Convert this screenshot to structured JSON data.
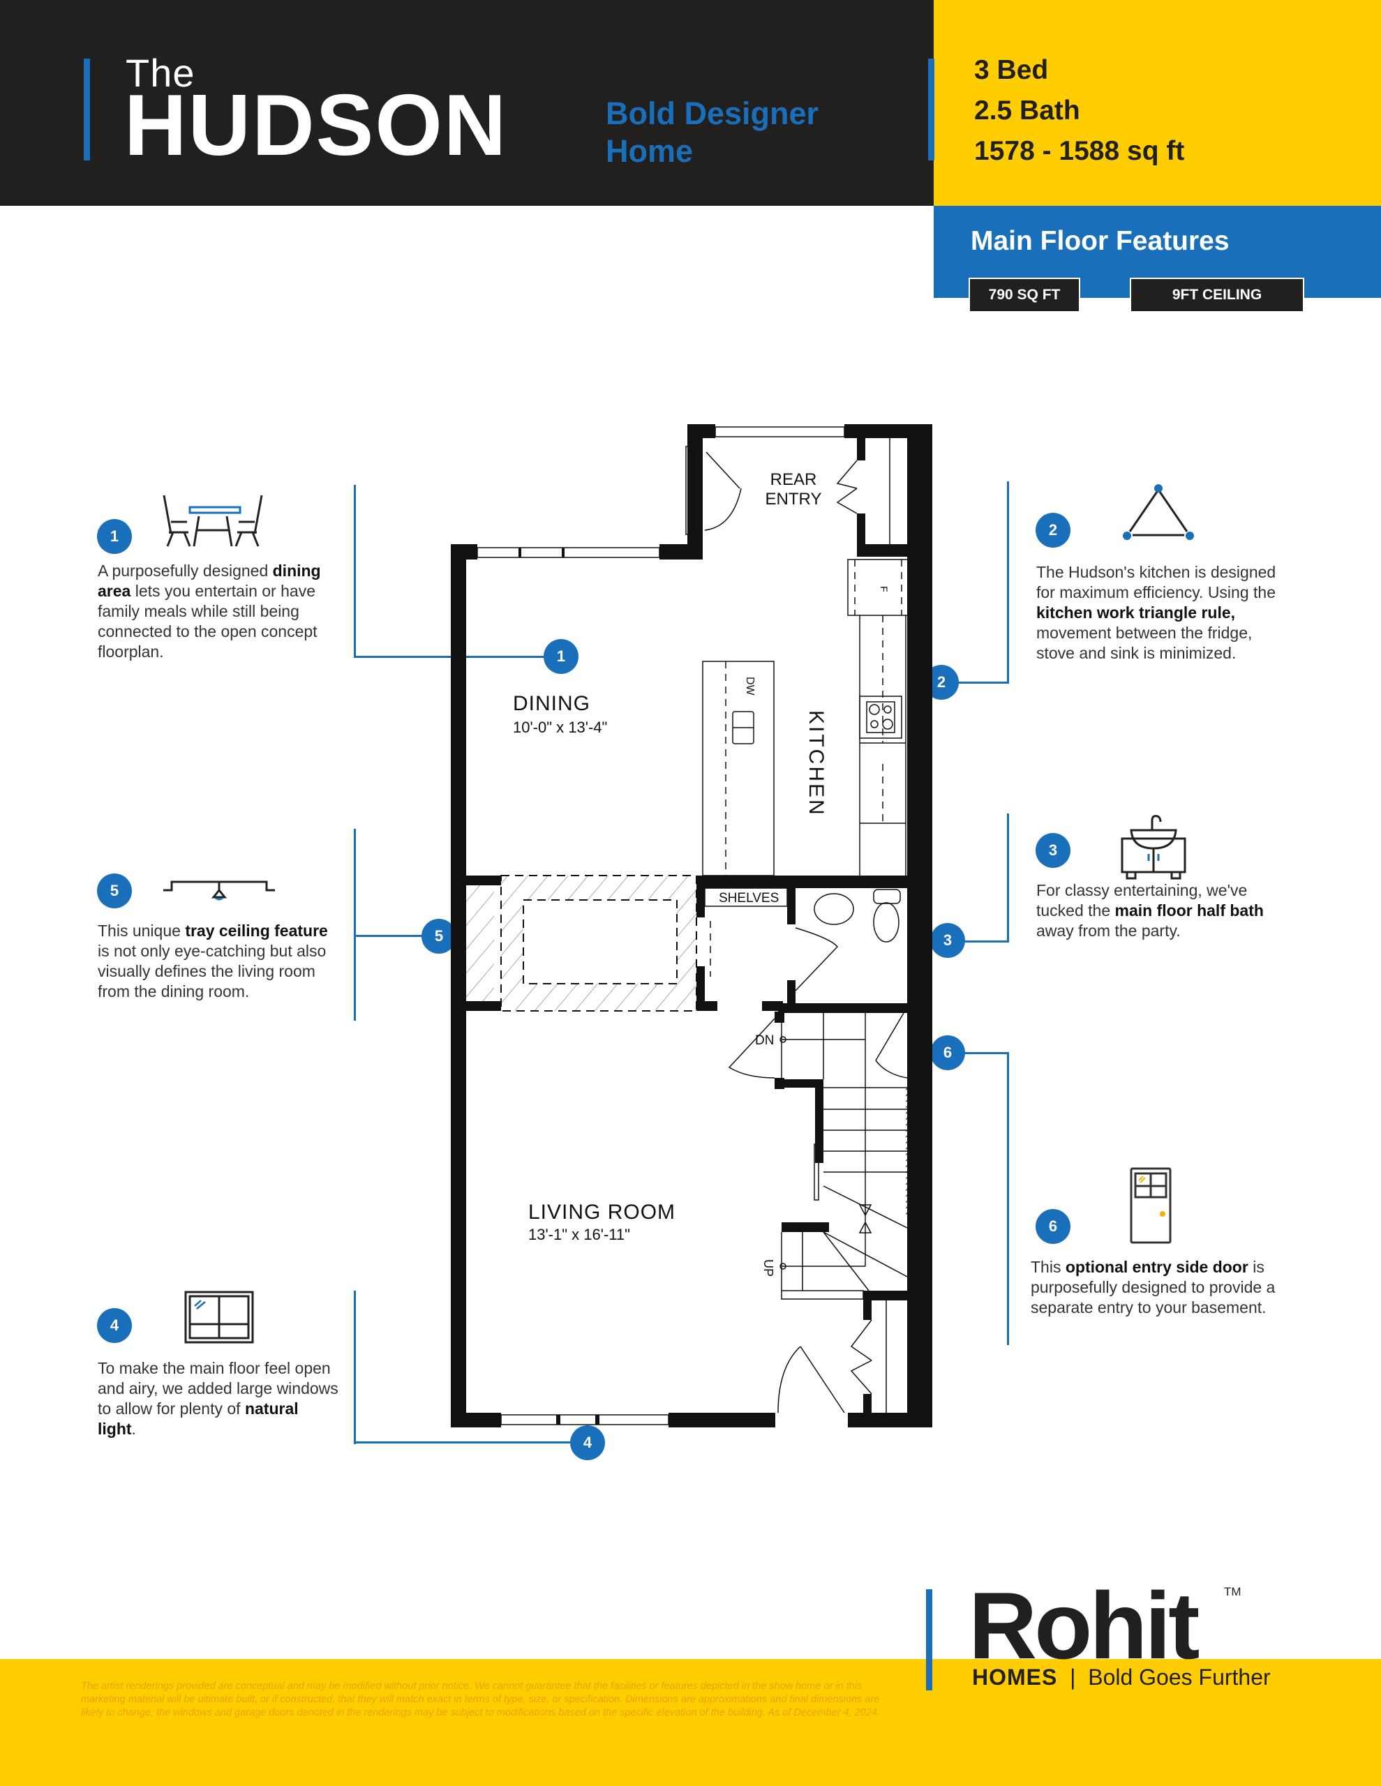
{
  "header": {
    "title_prefix": "The",
    "title": "HUDSON",
    "tagline_line1": "Bold Designer",
    "tagline_line2": "Home",
    "stats": {
      "beds": "3 Bed",
      "baths": "2.5 Bath",
      "area": "1578 - 1588 sq ft"
    }
  },
  "main_floor": {
    "title": "Main Floor Features",
    "pills": [
      {
        "label": "790 SQ FT"
      },
      {
        "label": "9FT CEILING"
      }
    ]
  },
  "colors": {
    "brand_blue": "#1a6fbb",
    "brand_yellow": "#ffcd00",
    "dark": "#221f1f"
  },
  "callouts": [
    {
      "number": "1",
      "icon": "dining-table-icon",
      "text_pre": "A purposefully designed ",
      "text_bold": "dining area",
      "text_post": " lets you entertain or have family meals while still being connected to the open concept floorplan."
    },
    {
      "number": "2",
      "icon": "work-triangle-icon",
      "text_pre": "The Hudson's kitchen is designed for maximum efficiency. Using the ",
      "text_bold": "kitchen work triangle rule,",
      "text_post": " movement between the fridge, stove and sink is minimized."
    },
    {
      "number": "3",
      "icon": "vanity-sink-icon",
      "text_pre": "For classy entertaining, we've tucked the ",
      "text_bold": "main floor half bath",
      "text_post": " away from the party."
    },
    {
      "number": "4",
      "icon": "window-icon",
      "text_pre": "To make the main floor feel open and airy, we added large windows to allow for plenty of ",
      "text_bold": "natural light",
      "text_post": "."
    },
    {
      "number": "5",
      "icon": "tray-ceiling-icon",
      "text_pre": "This unique ",
      "text_bold": "tray ceiling feature",
      "text_post": " is not only eye-catching but also visually defines the living room from the dining room."
    },
    {
      "number": "6",
      "icon": "side-door-icon",
      "text_pre": "This ",
      "text_bold": "optional entry side door",
      "text_post": " is purposefully designed to provide a separate entry to your basement."
    }
  ],
  "floorplan": {
    "rooms": {
      "rear_entry_line1": "REAR",
      "rear_entry_line2": "ENTRY",
      "dining": "DINING",
      "dining_dim": "10'-0\" x 13'-4\"",
      "kitchen": "KITCHEN",
      "living": "LIVING ROOM",
      "living_dim": "13'-1\" x 16'-11\"",
      "shelves": "SHELVES"
    },
    "labels": {
      "dw": "DW",
      "fridge": "F",
      "down": "DN",
      "up": "UP"
    }
  },
  "footer": {
    "disclaimer": "The artist renderings provided are conceptual and may be modified without prior notice. We cannot guarantee that the facilities or features depicted in the show home or in this marketing material will be ultimate built, or if constructed, that they will match exact in terms of type, size, or specification. Dimensions are approximations and final dimensions are likely to change; the windows and garage doors denoted in the renderings may be subject to modifications based on the specific elevation of the building.  As of December 4, 2024.",
    "logo": "Rohit",
    "tm": "TM",
    "logo_homes": "HOMES",
    "logo_sep": "|",
    "logo_tagline": "Bold Goes Further"
  }
}
